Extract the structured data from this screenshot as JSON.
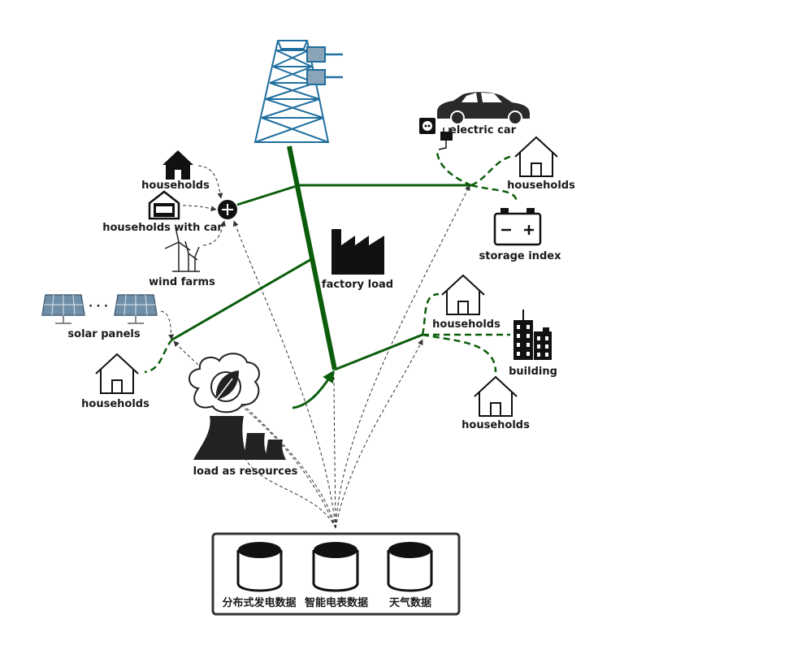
{
  "labels": {
    "households_top": "households",
    "households_with_car": "households with car",
    "wind_farms": "wind farms",
    "solar_panels": "solar panels",
    "solar_ellipsis": "· · ·",
    "households_left": "households",
    "load_as_resources": "load as resources",
    "factory_load": "factory load",
    "electric_car": "electric car",
    "households_right_top": "households",
    "storage_index": "storage index",
    "households_mid": "households",
    "building": "building",
    "households_bottom_right": "households"
  },
  "databases": [
    {
      "label": "分布式发电数据"
    },
    {
      "label": "智能电表数据"
    },
    {
      "label": "天气数据"
    }
  ],
  "colors": {
    "grid_line": "#0b5d0b",
    "tower": "#1f6f9f",
    "icon": "#111111",
    "data_line": "#333333"
  },
  "icons": [
    "transmission-tower-icon",
    "plus-icon",
    "house-icon",
    "garage-car-icon",
    "wind-turbine-icon",
    "solar-panel-icon",
    "power-plant-icon",
    "leaf-icon",
    "factory-icon",
    "car-icon",
    "plug-icon",
    "battery-icon",
    "building-icon",
    "database-icon"
  ]
}
